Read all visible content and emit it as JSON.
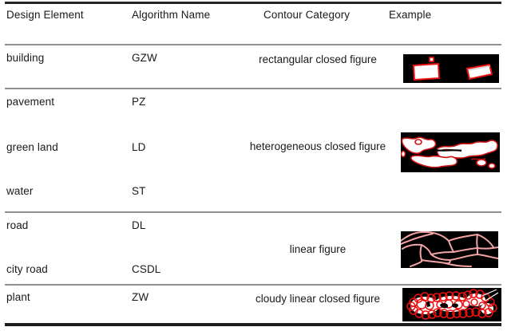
{
  "table": {
    "headers": [
      {
        "key": "design_element",
        "label": "Design Element"
      },
      {
        "key": "algorithm_name",
        "label": "Algorithm Name"
      },
      {
        "key": "contour_category",
        "label": "Contour Category"
      },
      {
        "key": "example",
        "label": "Example"
      }
    ],
    "rows": [
      {
        "design_element": "building",
        "algorithm_name": "GZW"
      },
      {
        "design_element": "pavement",
        "algorithm_name": "PZ"
      },
      {
        "design_element": "green land",
        "algorithm_name": "LD"
      },
      {
        "design_element": "water",
        "algorithm_name": "ST"
      },
      {
        "design_element": "road",
        "algorithm_name": "DL"
      },
      {
        "design_element": "city road",
        "algorithm_name": "CSDL"
      },
      {
        "design_element": "plant",
        "algorithm_name": "ZW"
      }
    ],
    "contour_groups": [
      {
        "label": "rectangular closed figure",
        "rows": [
          "building"
        ]
      },
      {
        "label": "heterogeneous closed figure",
        "rows": [
          "pavement",
          "green land",
          "water"
        ]
      },
      {
        "label": "linear figure",
        "rows": [
          "road",
          "city road"
        ]
      },
      {
        "label": "cloudy linear closed figure",
        "rows": [
          "plant"
        ]
      }
    ],
    "examples": [
      {
        "name": "example-rectangular-closed-figure",
        "alt": "two white quadrilaterals with red contours on black"
      },
      {
        "name": "example-heterogeneous-closed-figure",
        "alt": "irregular white blobs with red contours on black"
      },
      {
        "name": "example-linear-figure",
        "alt": "network of salmon coloured curved lines on black"
      },
      {
        "name": "example-cloudy-linear-closed-figure",
        "alt": "chain of red circular contours around white clusters on black"
      }
    ]
  },
  "colors": {
    "background": "#ffffff",
    "text": "#1a1a1a",
    "rule_thick": "#252525",
    "rule_thin": "#8f8f8f",
    "thumb_background": "#000000",
    "contour_red": "#ee1111",
    "contour_salmon": "#f0a0a0",
    "fill_white": "#ffffff"
  }
}
